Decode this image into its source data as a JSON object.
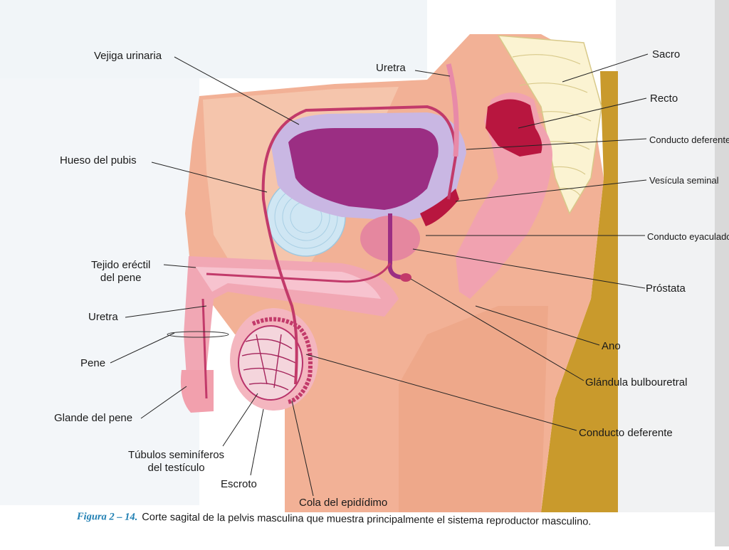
{
  "labels": {
    "vejiga": "Vejiga urinaria",
    "uretra_top": "Uretra",
    "sacro": "Sacro",
    "recto": "Recto",
    "conducto_deferente_right": "Conducto deferente",
    "hueso_pubis": "Hueso del pubis",
    "vesicula": "Vesícula seminal",
    "conducto_eyaculador": "Conducto eyaculador",
    "tejido_erectil": "Tejido eréctil\ndel pene",
    "prostata": "Próstata",
    "uretra_left": "Uretra",
    "ano": "Ano",
    "pene": "Pene",
    "glandula": "Glándula bulbouretral",
    "glande": "Glande del pene",
    "conducto_deferente_bottom": "Conducto deferente",
    "tubulos": "Túbulos seminíferos\ndel testículo",
    "escroto": "Escroto",
    "cola": "Cola del epidídimo"
  },
  "caption": {
    "figure": "Figura 2 – 14.",
    "text": "Corte sagital de la pelvis masculina que muestra principalmente el sistema reproductor masculino."
  },
  "colors": {
    "skin": "#f2b196",
    "skin_light": "#f7c9b0",
    "bladder_wall": "#c9b7e3",
    "bladder_inner": "#9b2e83",
    "pubis": "#cfe6f3",
    "rectum": "#c0244f",
    "duct": "#c23a6a",
    "gold": "#c99a2c",
    "bone": "#fbf3d2",
    "page_bg": "#eef1f4",
    "caption_blue": "#1f7fb3"
  }
}
